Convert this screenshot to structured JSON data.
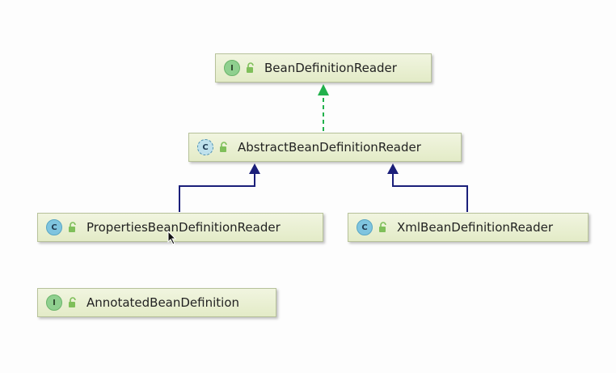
{
  "nodes": {
    "bean_definition_reader": {
      "kind": "I",
      "name": "BeanDefinitionReader"
    },
    "abstract_bean_definition_reader": {
      "kind": "C",
      "name": "AbstractBeanDefinitionReader"
    },
    "properties_bean_definition_reader": {
      "kind": "C",
      "name": "PropertiesBeanDefinitionReader"
    },
    "xml_bean_definition_reader": {
      "kind": "C",
      "name": "XmlBeanDefinitionReader"
    },
    "annotated_bean_definition": {
      "kind": "I",
      "name": "AnnotatedBeanDefinition"
    }
  },
  "colors": {
    "implements_edge": "#22b14c",
    "extends_edge": "#1b1f7a",
    "node_border": "#b7c29a"
  },
  "icons": {
    "interface": "interface-icon",
    "class": "class-icon",
    "abstract_class": "abstract-class-icon",
    "visibility": "unlock-icon"
  }
}
